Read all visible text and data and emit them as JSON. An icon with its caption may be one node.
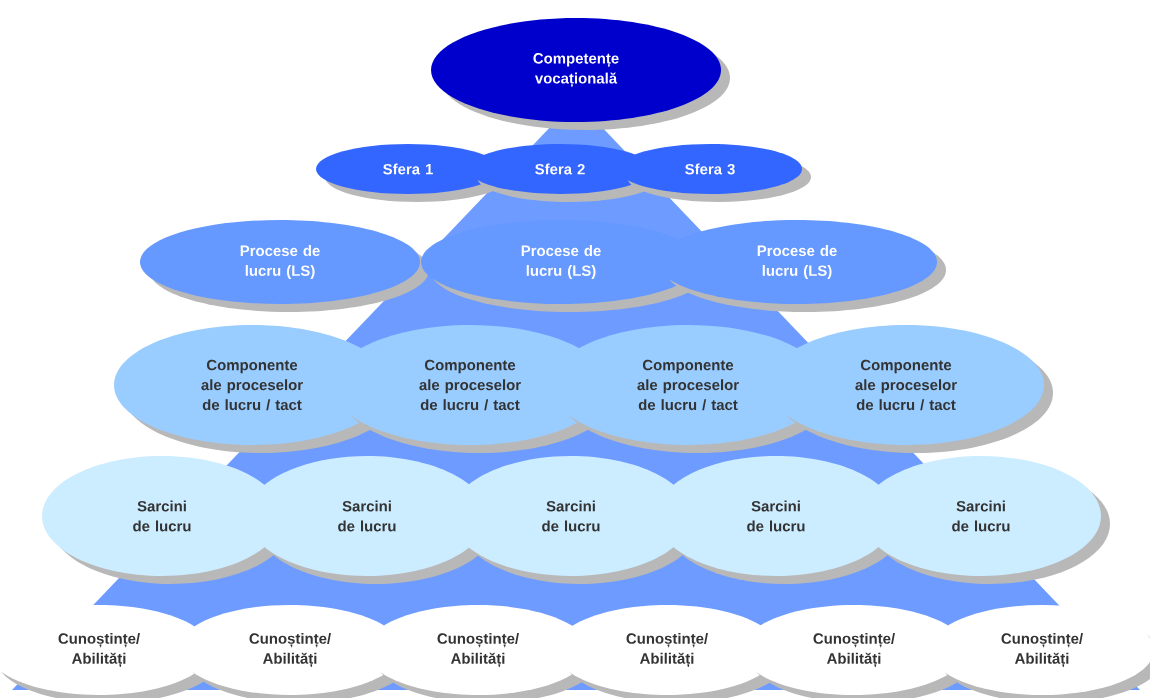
{
  "diagram": {
    "nodes": [
      {
        "text": [
          "Competențe vocațională"
        ]
      },
      {
        "text": [
          "Sfera 1"
        ]
      },
      {
        "text": [
          "Sfera 2"
        ]
      },
      {
        "text": [
          "Sfera 3"
        ]
      },
      {
        "text": [
          "Procese de lucru (LS)"
        ]
      },
      {
        "text": [
          "Procese de lucru (LS)"
        ]
      },
      {
        "text": [
          "Procese de lucru (LS)"
        ]
      },
      {
        "text": [
          "Componente ale proceselor de lucru / tact"
        ]
      },
      {
        "text": [
          "Componente ale proceselor de lucru / tact"
        ]
      },
      {
        "text": [
          "Componente ale proceselor de lucru / tact"
        ]
      },
      {
        "text": [
          "Componente ale proceselor de lucru / tact"
        ]
      },
      {
        "text": [
          "Sarcini de lucru"
        ]
      },
      {
        "text": [
          "Sarcini de lucru"
        ]
      },
      {
        "text": [
          "Sarcini de lucru"
        ]
      },
      {
        "text": [
          "Sarcini de lucru"
        ]
      },
      {
        "text": [
          "Sarcini de lucru"
        ]
      },
      {
        "text": [
          "Cunoștințe/ Abilități"
        ]
      },
      {
        "text": [
          "Cunoștințe/ Abilități"
        ]
      },
      {
        "text": [
          "Cunoștințe/ Abilități"
        ]
      },
      {
        "text": [
          "Cunoștințe/ Abilități"
        ]
      },
      {
        "text": [
          "Cunoștințe/ Abilități"
        ]
      },
      {
        "text": [
          "Cunoștințe/ Abilități"
        ]
      }
    ]
  }
}
